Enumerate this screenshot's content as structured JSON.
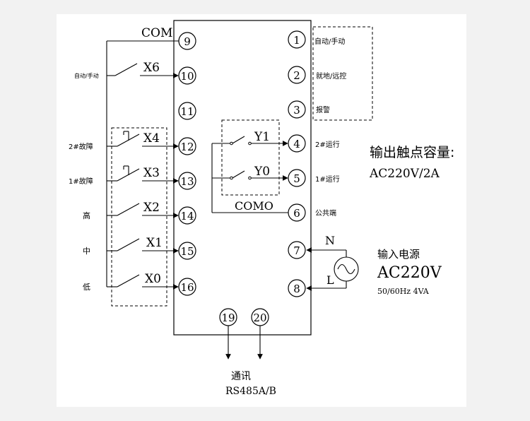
{
  "terminals": [
    "9",
    "10",
    "11",
    "12",
    "13",
    "14",
    "15",
    "16",
    "1",
    "2",
    "3",
    "4",
    "5",
    "6",
    "7",
    "8",
    "19",
    "20"
  ],
  "labels": {
    "com": "COM",
    "como": "COMO",
    "x6": "X6",
    "x4": "X4",
    "x3": "X3",
    "x2": "X2",
    "x1": "X1",
    "x0": "X0",
    "y1": "Y1",
    "y0": "Y0",
    "n": "N",
    "l": "L"
  },
  "left_texts": {
    "auto_manual": "自动/手动",
    "fault2": "2#故障",
    "fault1": "1#故障",
    "high": "高",
    "mid": "中",
    "low": "低"
  },
  "right_texts": {
    "t1": "自动/手动",
    "t2": "就地/远控",
    "t3": "报警",
    "t4": "2#运行",
    "t5": "1#运行",
    "t6": "公共端"
  },
  "output": {
    "title": "输出触点容量:",
    "rating": "AC220V/2A"
  },
  "power": {
    "title": "输入电源",
    "voltage": "AC220V",
    "detail": "50/60Hz 4VA"
  },
  "comm": {
    "title": "通讯",
    "protocol": "RS485A/B"
  }
}
